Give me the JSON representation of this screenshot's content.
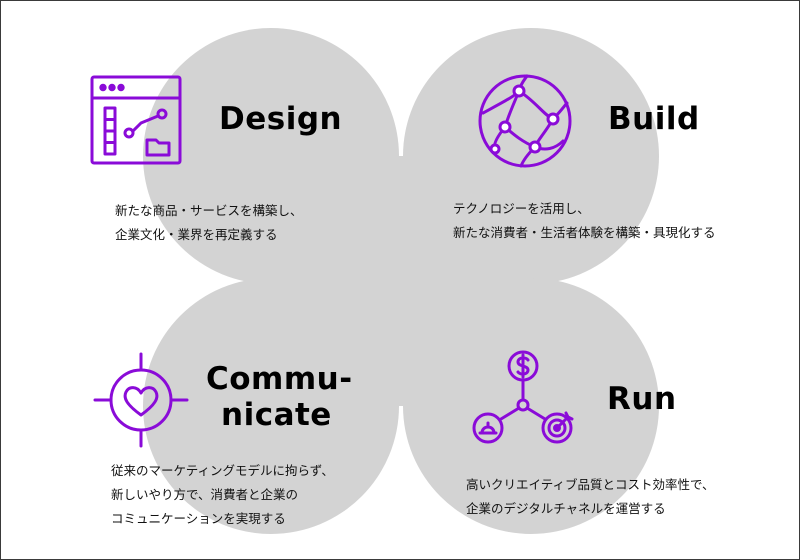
{
  "colors": {
    "accent": "#8a0bd8",
    "shape": "#d3d3d3",
    "text": "#000000",
    "background": "#ffffff"
  },
  "quadrants": {
    "design": {
      "title": "Design",
      "icon": "browser-window-chart-icon",
      "lines": [
        "新たな商品・サービスを構築し、",
        "企業文化・業界を再定義する"
      ]
    },
    "build": {
      "title": "Build",
      "icon": "globe-network-icon",
      "lines": [
        "テクノロジーを活用し、",
        "新たな消費者・生活者体験を構築・具現化する"
      ]
    },
    "communicate": {
      "title_line1": "Commu-",
      "title_line2": "nicate",
      "icon": "heart-target-icon",
      "lines": [
        "従来のマーケティングモデルに拘らず、",
        "新しいやり方で、消費者と企業の",
        "コミュニケーションを実現する"
      ]
    },
    "run": {
      "title": "Run",
      "icon": "dollar-network-icon",
      "lines": [
        "高いクリエイティブ品質とコスト効率性で、",
        "企業のデジタルチャネルを運営する"
      ]
    }
  }
}
